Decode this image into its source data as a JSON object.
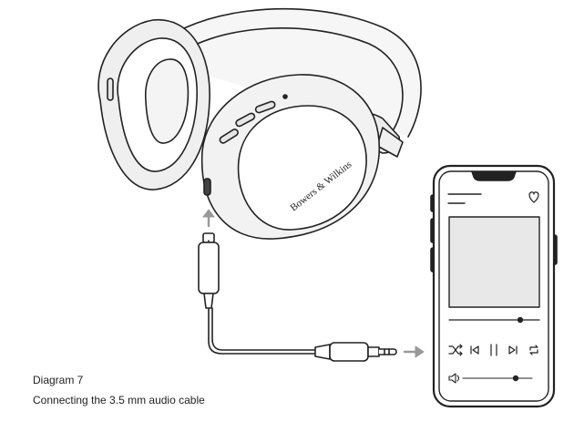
{
  "caption": {
    "title": "Diagram 7",
    "subtitle": "Connecting the 3.5 mm audio cable"
  },
  "headphones": {
    "brand": "Bowers & Wilkins"
  },
  "colors": {
    "line": "#222222",
    "fill_light": "#f2f2f2",
    "fill_mid": "#e6e6e6",
    "fill_screen": "#e8e8e8",
    "arrow": "#999999"
  }
}
